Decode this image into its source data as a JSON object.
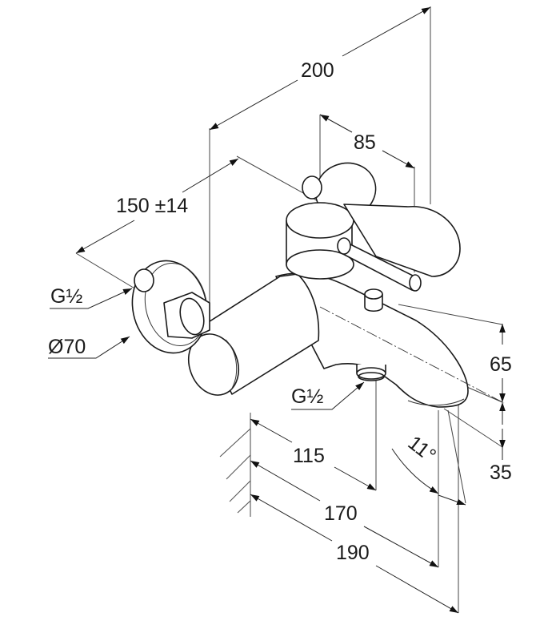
{
  "drawing": {
    "subject": "Bath mixer tap - dimensional drawing",
    "units": "mm",
    "colors": {
      "line": "#1a1a1a",
      "background": "#ffffff"
    }
  },
  "dimensions": {
    "overall_depth": "200",
    "handle_offset": "85",
    "inlet_spacing": "150 ±14",
    "inlet_thread": "G½",
    "rosette_diameter": "Ø70",
    "outlet_thread": "G½",
    "spout_height": "65",
    "spout_outlet_height": "35",
    "wall_to_outlet_thread": "115",
    "wall_to_spout_front": "170",
    "wall_to_spout_tip": "190",
    "spout_angle": "11°"
  }
}
